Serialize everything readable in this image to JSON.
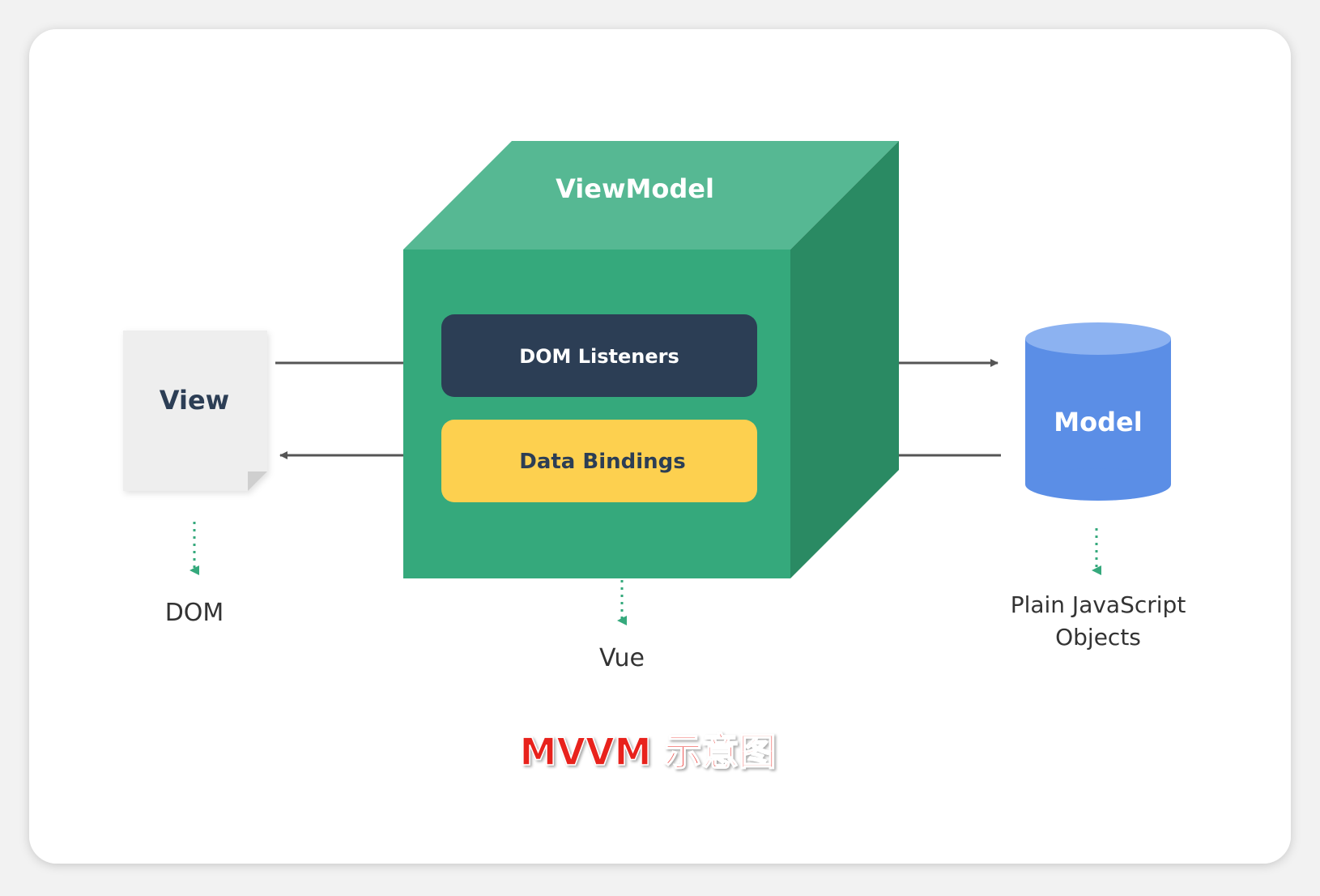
{
  "diagram": {
    "viewmodel_label": "ViewModel",
    "dom_listeners_label": "DOM Listeners",
    "data_bindings_label": "Data Bindings",
    "view_label": "View",
    "model_label": "Model",
    "dom_label": "DOM",
    "vue_label": "Vue",
    "plain_js_line1": "Plain JavaScript",
    "plain_js_line2": "Objects",
    "caption": "MVVM 示意图"
  },
  "colors": {
    "cube_front": "#35a97c",
    "cube_top": "#56b893",
    "cube_side": "#2a8a63",
    "dom_listeners": "#2c3e55",
    "data_bindings": "#fdd04f",
    "view_page": "#eeeeee",
    "model_cylinder": "#5b8ee6",
    "model_top": "#8cb2f1",
    "arrow": "#555555",
    "dotted_arrow": "#35a97c",
    "caption": "#e8231f"
  }
}
